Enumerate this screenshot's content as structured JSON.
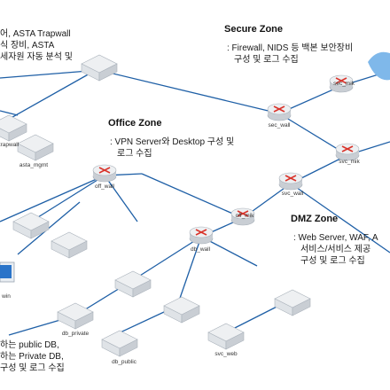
{
  "zones": {
    "secure": {
      "title": "Secure Zone",
      "lines": [
        ": Firewall, NIDS 등 백본 보안장비",
        "구성 및 로그 수집"
      ]
    },
    "office": {
      "title": "Office Zone",
      "lines": [
        ": VPN Server와 Desktop 구성 및",
        "로그 수집"
      ]
    },
    "dmz": {
      "title": "DMZ Zone",
      "lines": [
        ": Web Server, WAF, A",
        "서비스/서비스 제공",
        "구성 및 로그 수집"
      ]
    },
    "mgmt": {
      "lines": [
        "어, ASTA Trapwall",
        "식 장비, ASTA",
        "세자원 자동 분석 및"
      ]
    },
    "db": {
      "lines": [
        "하는 public DB,",
        "하는 Private DB,",
        "구성 및 로그 수집"
      ]
    }
  },
  "nodes": {
    "trapwall": "trapwall",
    "asta_mgmt": "asta_mgmt",
    "sec_wall": "sec_wall",
    "sec_mik": "sec_mik",
    "svc_mik": "svc_mik",
    "off_wall": "off_wall",
    "svc_wall": "svc_wall",
    "off_mik": "off_mik",
    "db_wall": "db_wall",
    "win": "win",
    "db_private": "db_private",
    "db_public": "db_public",
    "svc_web": "svc_web"
  },
  "colors": {
    "link": "#1e5fa6",
    "router_mark": "#d9342b",
    "device_top": "#eef0f2",
    "device_side": "#c9ced4",
    "cloud": "#7fb8ea"
  }
}
